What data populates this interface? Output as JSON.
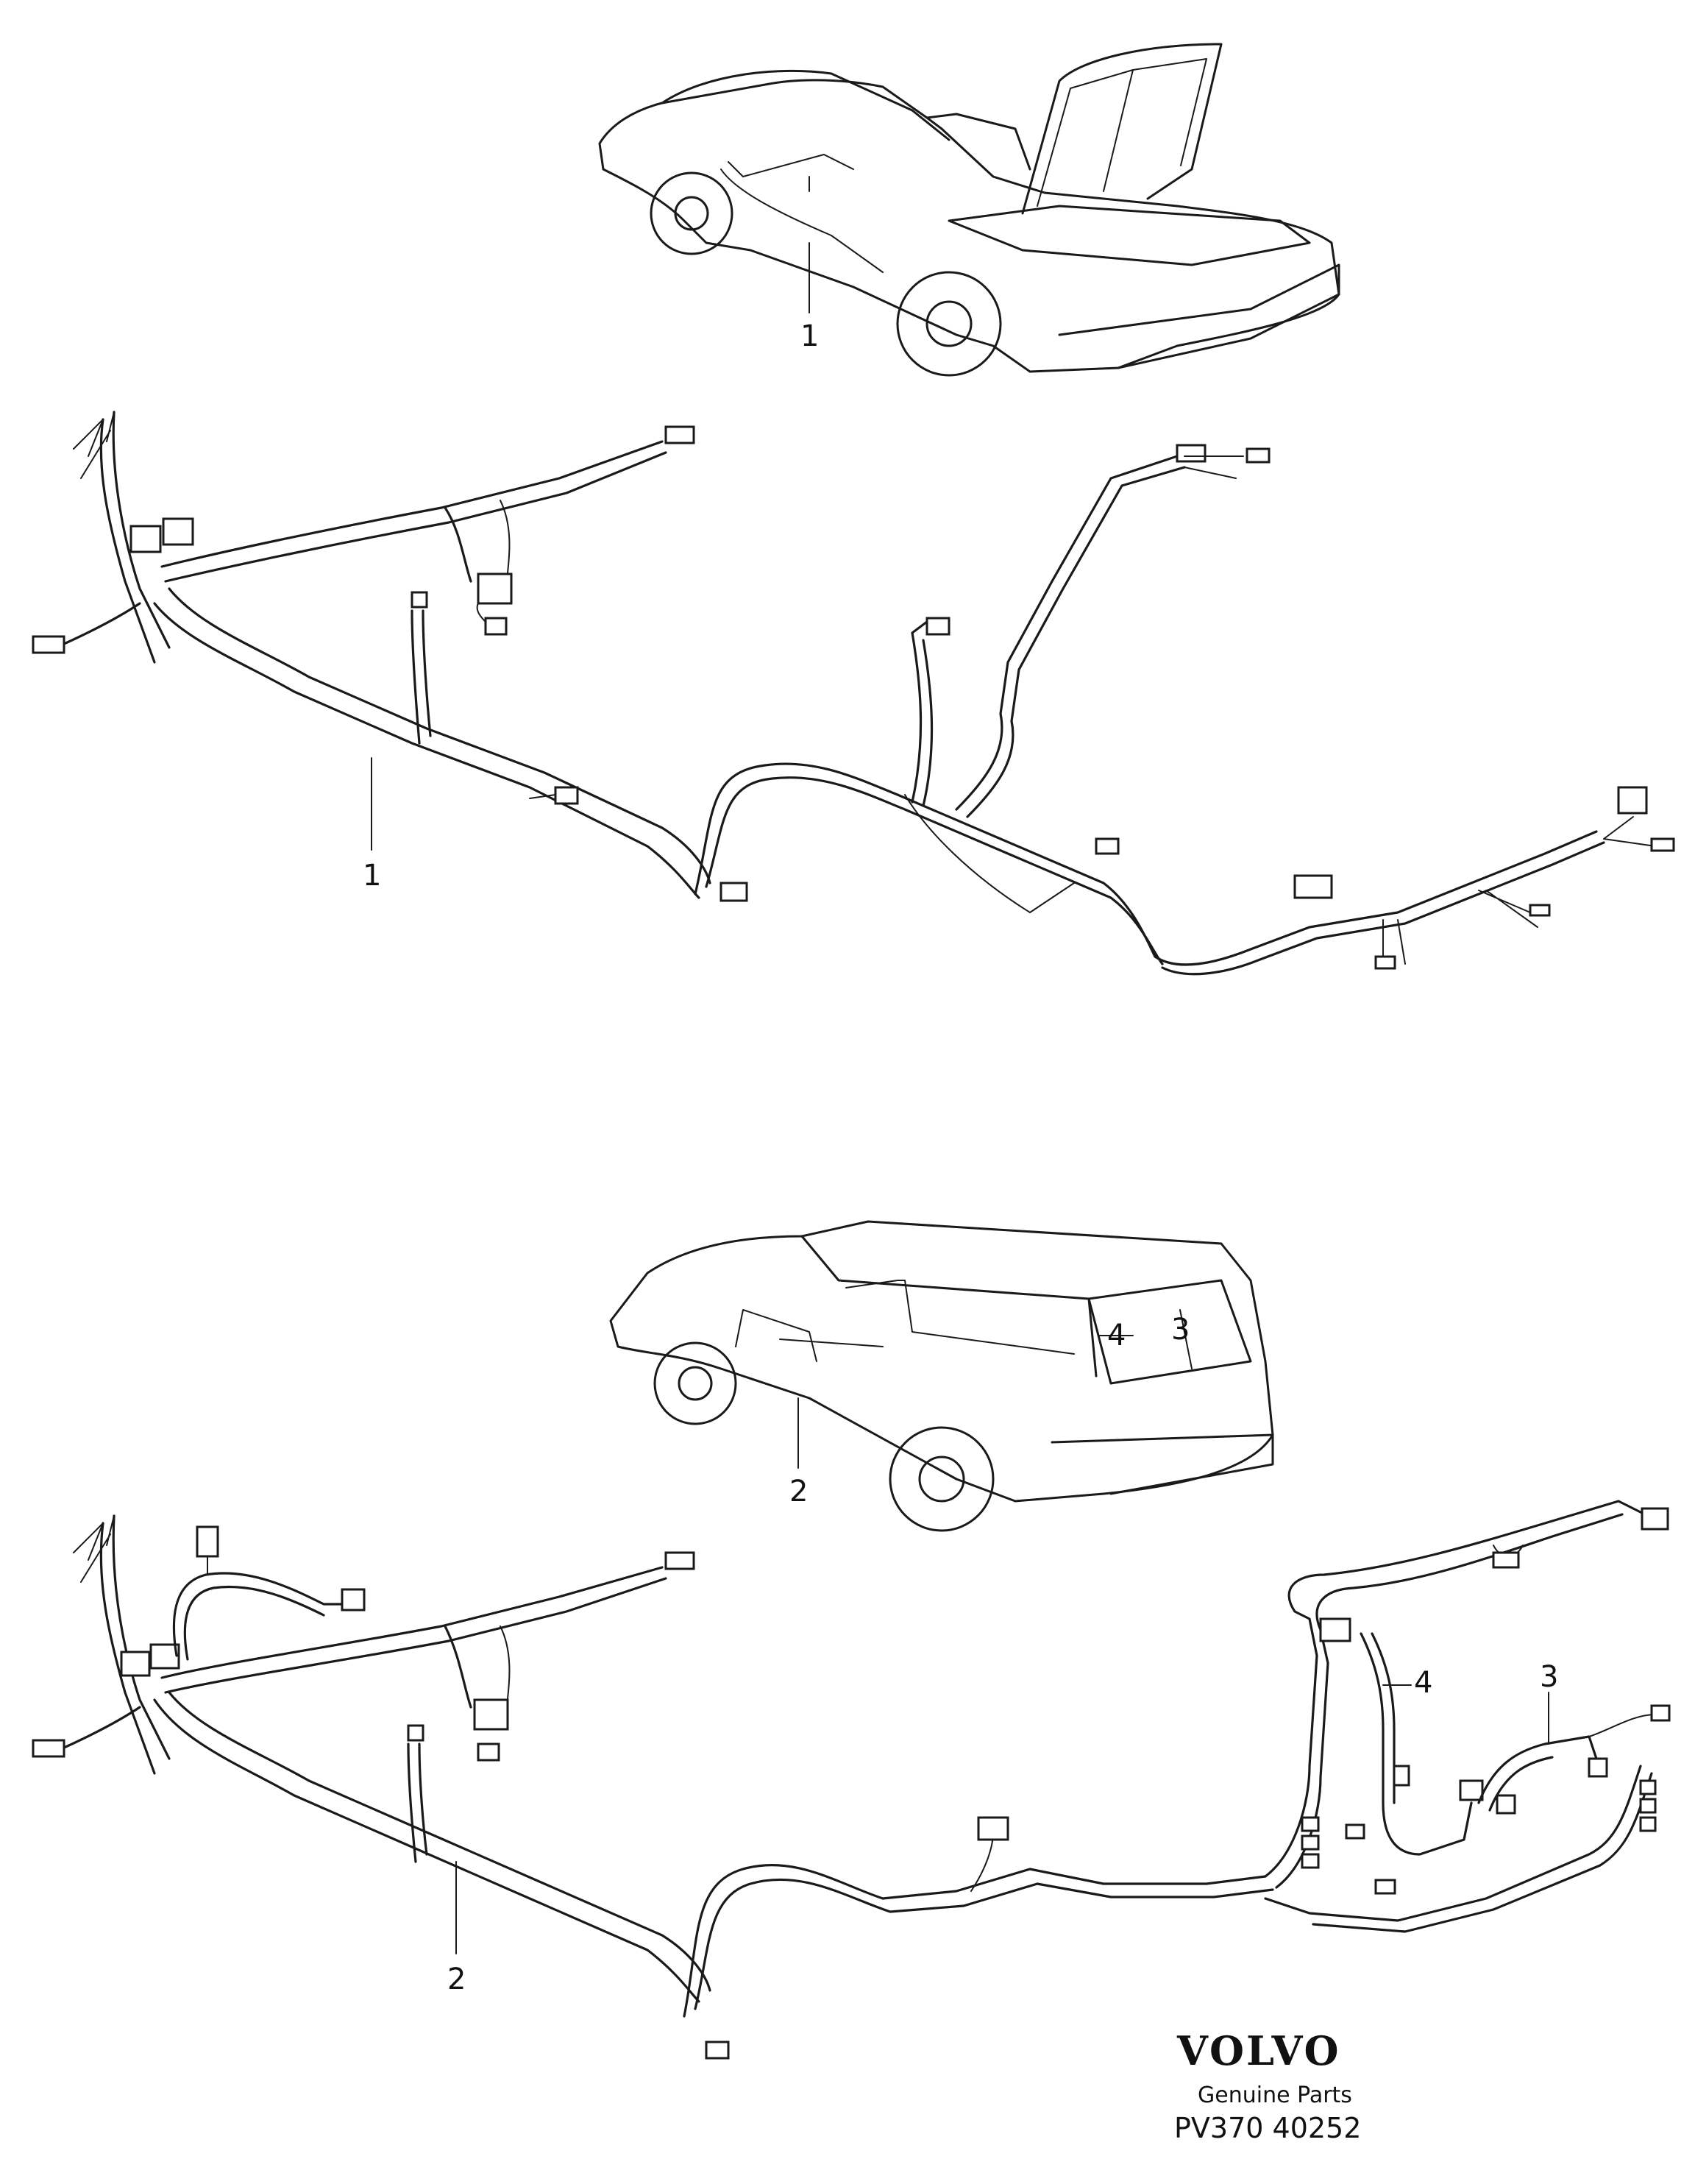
{
  "callouts": {
    "sedan_car": "1",
    "sedan_harness": "1",
    "wagon_car": "2",
    "wagon_harness": "2",
    "wagon_car_part3": "3",
    "wagon_car_part4": "4",
    "wagon_harness_part4": "4",
    "wagon_harness_part3": "3"
  },
  "branding": {
    "logo": "VOLVO",
    "tagline": "Genuine Parts",
    "ref_code": "PV370 40252"
  }
}
